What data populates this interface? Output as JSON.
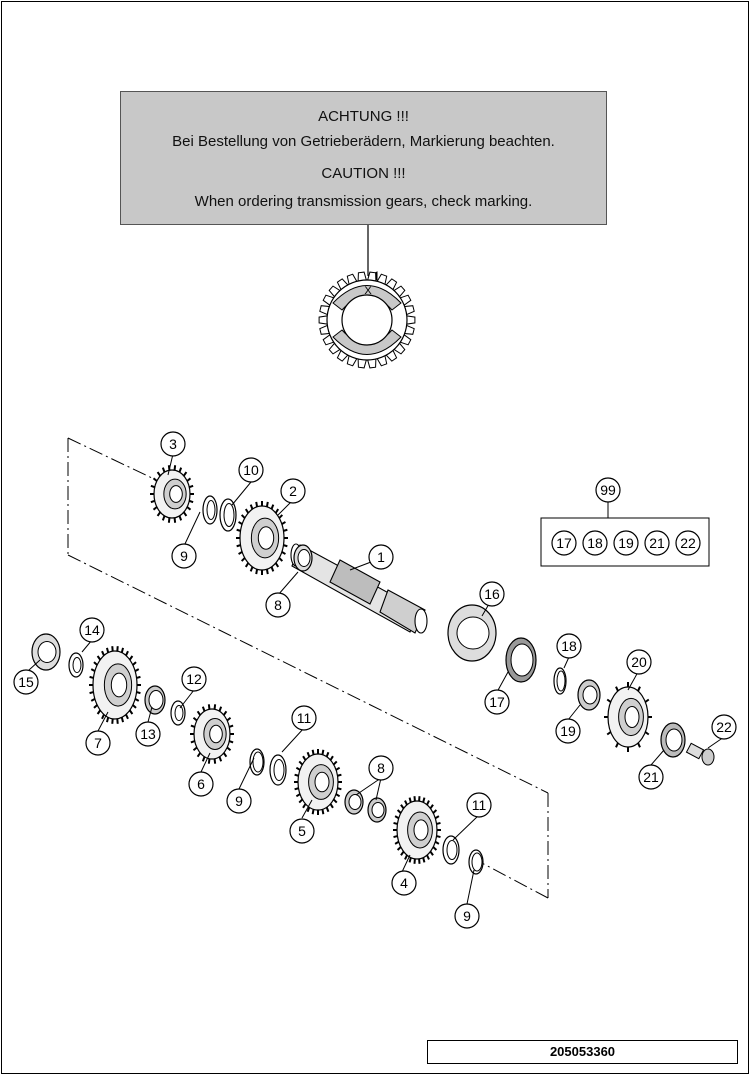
{
  "caution_box": {
    "line1": "ACHTUNG !!!",
    "line2": "Bei Bestellung von Getrieberädern, Markierung beachten.",
    "line3": "CAUTION !!!",
    "line4": "When ordering transmission gears, check marking."
  },
  "marking_label": "X",
  "kit": {
    "number": "99",
    "members": [
      "17",
      "18",
      "19",
      "21",
      "22"
    ]
  },
  "callouts": [
    {
      "label": "1"
    },
    {
      "label": "2"
    },
    {
      "label": "3"
    },
    {
      "label": "4"
    },
    {
      "label": "5"
    },
    {
      "label": "6"
    },
    {
      "label": "7"
    },
    {
      "label": "8"
    },
    {
      "label": "8"
    },
    {
      "label": "8"
    },
    {
      "label": "9"
    },
    {
      "label": "9"
    },
    {
      "label": "9"
    },
    {
      "label": "10"
    },
    {
      "label": "11"
    },
    {
      "label": "11"
    },
    {
      "label": "12"
    },
    {
      "label": "13"
    },
    {
      "label": "14"
    },
    {
      "label": "15"
    },
    {
      "label": "16"
    },
    {
      "label": "17"
    },
    {
      "label": "18"
    },
    {
      "label": "19"
    },
    {
      "label": "20"
    },
    {
      "label": "21"
    },
    {
      "label": "22"
    }
  ],
  "document_number": "205053360"
}
